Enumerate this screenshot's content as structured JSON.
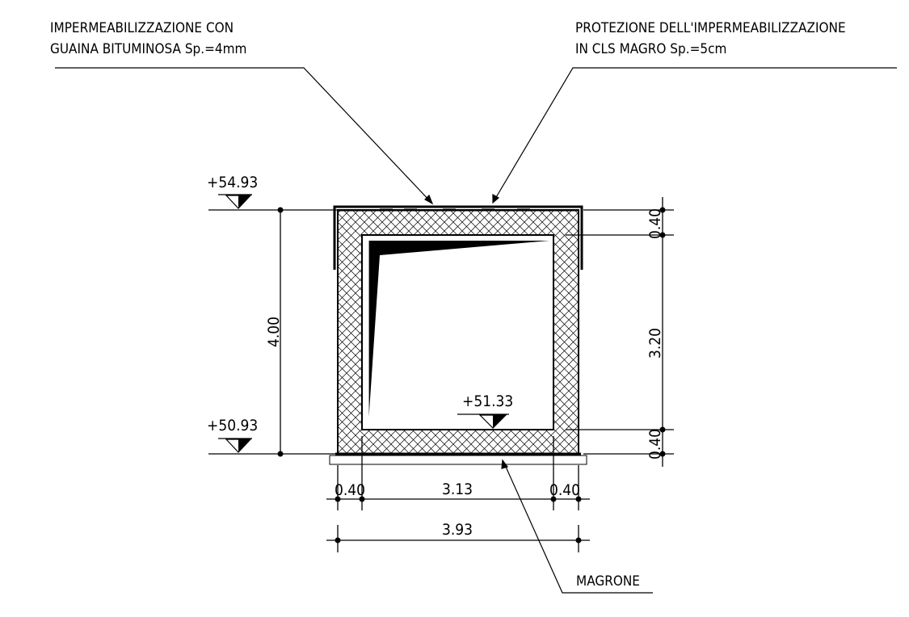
{
  "annotations": {
    "waterproofing_line1": "IMPERMEABILIZZAZIONE CON",
    "waterproofing_line2": "GUAINA BITUMINOSA Sp.=4mm",
    "protection_line1": "PROTEZIONE DELL'IMPERMEABILIZZAZIONE",
    "protection_line2": "IN CLS MAGRO Sp.=5cm",
    "lean_concrete": "MAGRONE"
  },
  "levels": {
    "top": "+54.93",
    "bottom": "+50.93",
    "inner_floor": "+51.33"
  },
  "dimensions": {
    "total_height": "4.00",
    "top_slab": "0.40",
    "inner_height": "3.20",
    "bottom_slab": "0.40",
    "left_wall": "0.40",
    "inner_width": "3.13",
    "right_wall": "0.40",
    "total_width": "3.93"
  },
  "colors": {
    "line": "#000000",
    "background": "#ffffff"
  }
}
